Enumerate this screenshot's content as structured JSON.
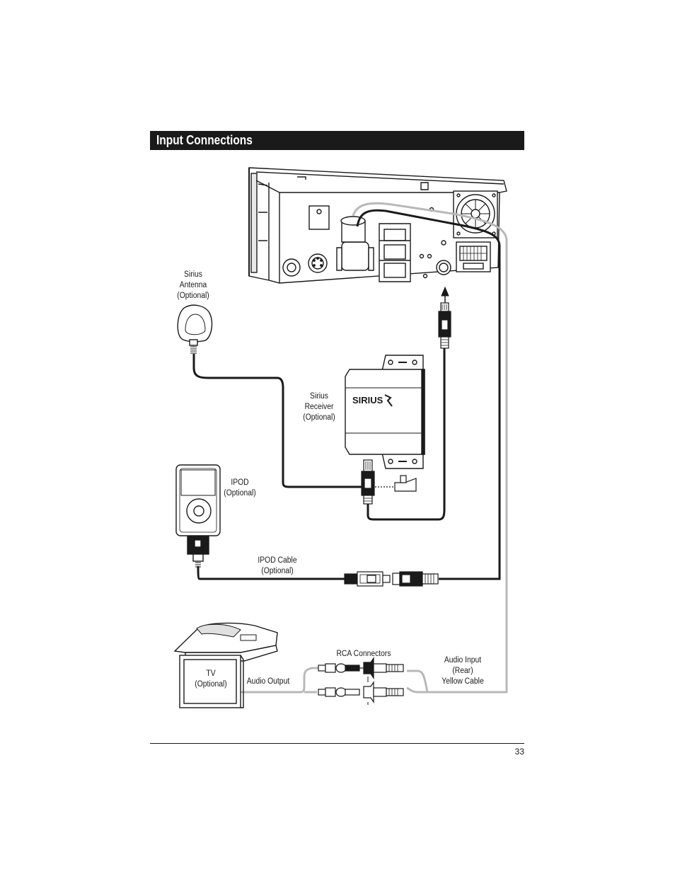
{
  "header": {
    "title": "Input Connections"
  },
  "labels": {
    "sirius_antenna": [
      "Sirius",
      "Antenna",
      "(Optional)"
    ],
    "sirius_receiver": [
      "Sirius",
      "Receiver",
      "(Optional)"
    ],
    "ipod": [
      "IPOD",
      "(Optional)"
    ],
    "ipod_cable": [
      "IPOD Cable",
      "(Optional)"
    ],
    "rca_connectors": "RCA Connectors",
    "audio_input": [
      "Audio Input",
      "(Rear)",
      "Yellow Cable"
    ],
    "tv": [
      "TV",
      "(Optional)"
    ],
    "audio_output": "Audio Output",
    "sirius_logo": "SIRIUS"
  },
  "footer": {
    "page_number": "33"
  },
  "colors": {
    "line": "#1a1a1a",
    "gray_cable": "#b8b8b8",
    "header_bg": "#1a1a1a"
  }
}
